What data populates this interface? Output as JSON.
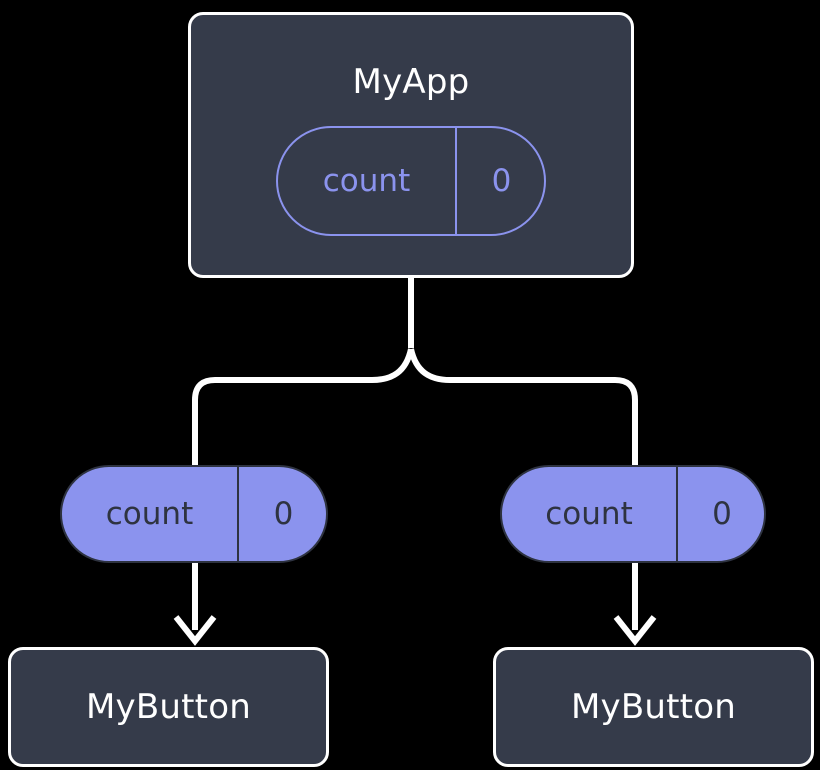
{
  "diagram": {
    "title": "React component tree with count state passed as prop",
    "background_color": "#000000"
  },
  "colors": {
    "node_fill": "#353b4a",
    "node_border": "#ffffff",
    "node_text": "#ffffff",
    "accent_purple": "#8b93ee",
    "pill_text_dark": "#2e3340",
    "edge_color": "#ffffff"
  },
  "nodes": {
    "root": {
      "label": "MyApp",
      "state_pill": {
        "name": "count",
        "value": "0",
        "style": "outline"
      }
    },
    "children": [
      {
        "label": "MyButton",
        "prop_pill": {
          "name": "count",
          "value": "0",
          "style": "filled"
        }
      },
      {
        "label": "MyButton",
        "prop_pill": {
          "name": "count",
          "value": "0",
          "style": "filled"
        }
      }
    ]
  },
  "edges": {
    "root_to_split": "vertical line from MyApp bottom",
    "split_to_left_prop": "curved branch to left count pill",
    "split_to_right_prop": "curved branch to right count pill",
    "left_prop_to_button": "arrow down into left MyButton",
    "right_prop_to_button": "arrow down into right MyButton"
  }
}
